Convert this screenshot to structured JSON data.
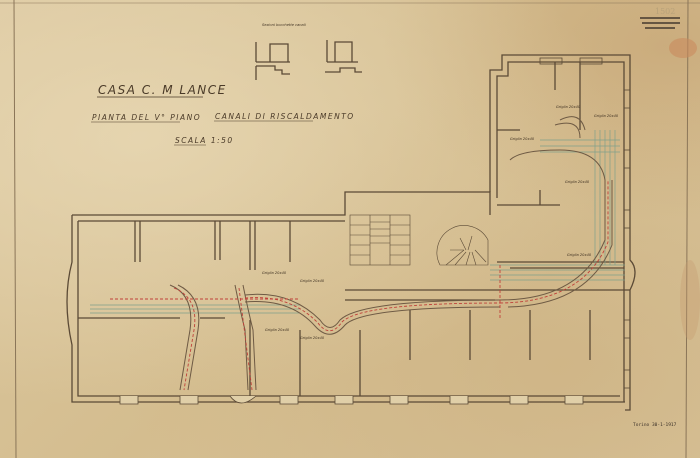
{
  "title": "CASA C. M LANCE",
  "subtitle": "PIANTA DEL V° PIANO",
  "topic": "CANALI DI RISCALDAMENTO",
  "scale": "SCALA 1:50",
  "archive_stamp": {
    "number": "1502"
  },
  "date_note": "Torino 30-1-1917",
  "detail_caption": "Sezioni bocchette canali",
  "grille_labels": [
    "Griglia 20x40",
    "Griglia 20x40",
    "Griglia 20x40",
    "Griglia 20x40",
    "Griglia 20x40",
    "Griglia 20x40",
    "Griglia 20x40",
    "Griglia 20x40",
    "Griglia 20x40"
  ],
  "colors": {
    "paper": "#d8c59c",
    "ink": "#5b4a36",
    "duct_red": "#c0413a",
    "duct_green": "#7fa08a"
  }
}
